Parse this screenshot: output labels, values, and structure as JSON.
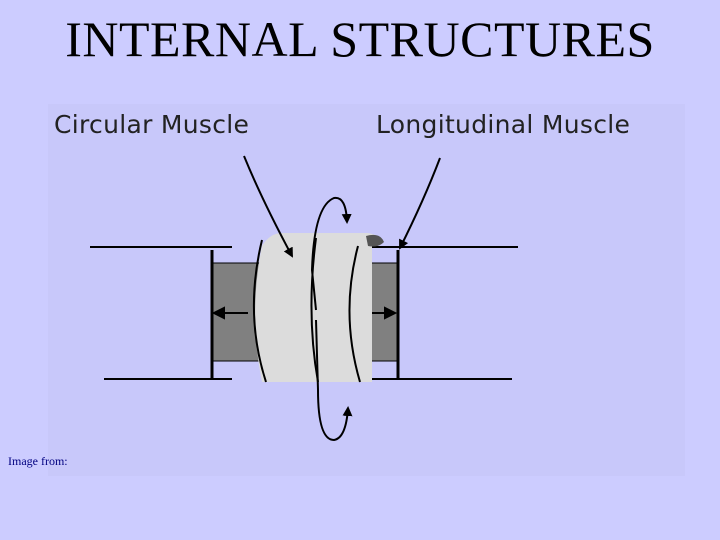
{
  "title": "INTERNAL STRUCTURES",
  "diagram": {
    "labels": {
      "circular_muscle": "Circular Muscle",
      "longitudinal_muscle": "Longitudinal Muscle"
    }
  },
  "credit": "Image from:",
  "colors": {
    "background": "#ccccff",
    "muscle_band": "#dcdcdc",
    "longitudinal_fill": "#808080",
    "outline": "#000000"
  }
}
